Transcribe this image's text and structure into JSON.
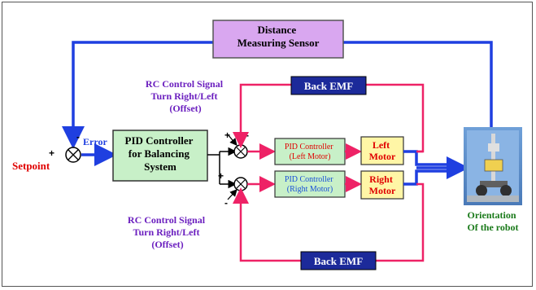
{
  "diagram": {
    "distance_sensor": "Distance Measuring Sensor",
    "pid_balancing": "PID Controller for Balancing System",
    "pid_left": "PID Controller (Left Motor)",
    "pid_right": "PID Controller (Right Motor)",
    "left_motor": "Left Motor",
    "right_motor": "Right Motor",
    "back_emf_top": "Back EMF",
    "back_emf_bottom": "Back EMF",
    "rc_signal_top": "RC Control Signal Turn Right/Left (Offset)",
    "rc_signal_bottom": "RC Control Signal Turn Right/Left (Offset)",
    "setpoint": "Setpoint",
    "error": "Error",
    "orientation": "Orientation Of the robot",
    "signs": {
      "main_sum_plus": "+",
      "main_sum_minus": "-",
      "top_sum_plus": "+",
      "top_sum_minus": "-",
      "bottom_sum_plus": "+",
      "bottom_sum_minus": "-"
    }
  },
  "colors": {
    "blue_line": "#1f3fe0",
    "red_line": "#ee2266",
    "sensor_box": "#d9a7f0",
    "pid_main_box": "#c8f0c8",
    "pid_motor_box": "#c8f0c8",
    "motor_box": "#fff6a6",
    "emf_box": "#1c2a9a"
  }
}
